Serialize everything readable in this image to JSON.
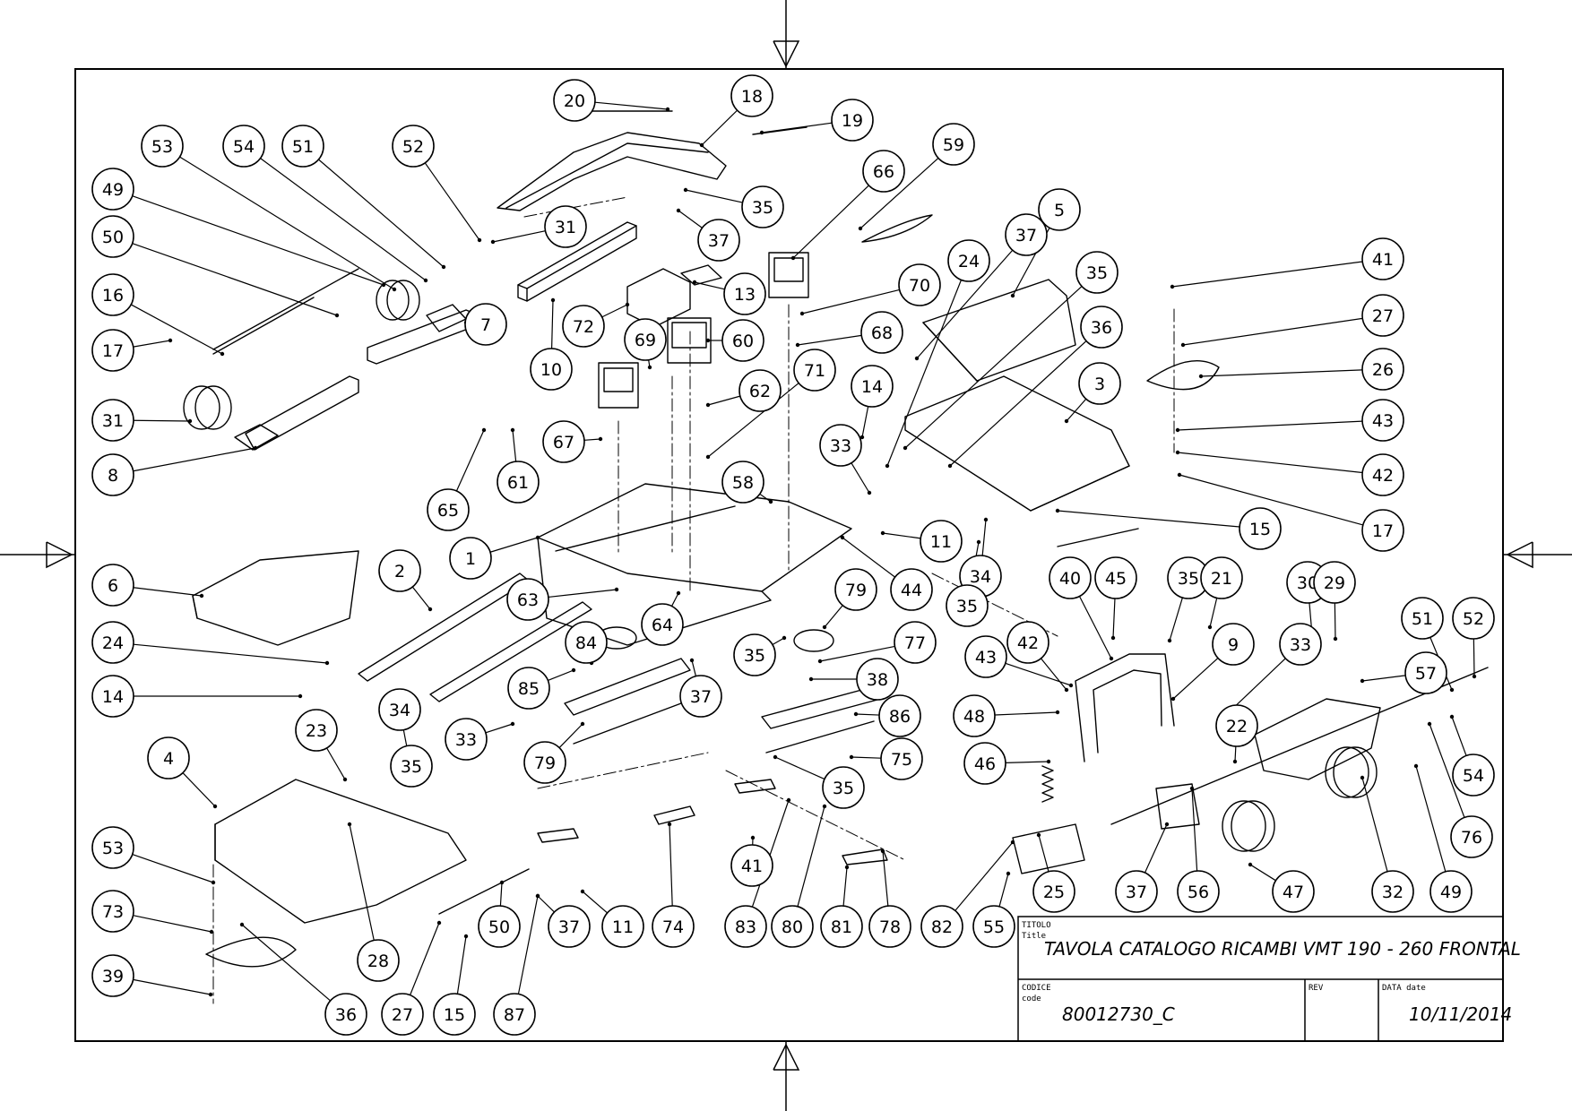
{
  "title_block": {
    "title_caption_it": "TITOLO",
    "title_caption_en": "Title",
    "title": "TAVOLA CATALOGO RICAMBI VMT 190 - 260 FRONTAL",
    "code_caption_it": "CODICE",
    "code_caption_en": "code",
    "code": "80012730_C",
    "rev_caption": "REV",
    "rev": "",
    "date_caption_it": "DATA",
    "date_caption_en": "date",
    "date": "10/11/2014"
  },
  "part_labels": [
    {
      "n": "20"
    },
    {
      "n": "18"
    },
    {
      "n": "19"
    },
    {
      "n": "53"
    },
    {
      "n": "54"
    },
    {
      "n": "51"
    },
    {
      "n": "52"
    },
    {
      "n": "66"
    },
    {
      "n": "59"
    },
    {
      "n": "49"
    },
    {
      "n": "35"
    },
    {
      "n": "31"
    },
    {
      "n": "37"
    },
    {
      "n": "50"
    },
    {
      "n": "24"
    },
    {
      "n": "37"
    },
    {
      "n": "5"
    },
    {
      "n": "41"
    },
    {
      "n": "13"
    },
    {
      "n": "35"
    },
    {
      "n": "16"
    },
    {
      "n": "70"
    },
    {
      "n": "27"
    },
    {
      "n": "7"
    },
    {
      "n": "72"
    },
    {
      "n": "60"
    },
    {
      "n": "68"
    },
    {
      "n": "36"
    },
    {
      "n": "17"
    },
    {
      "n": "10"
    },
    {
      "n": "69"
    },
    {
      "n": "71"
    },
    {
      "n": "26"
    },
    {
      "n": "62"
    },
    {
      "n": "14"
    },
    {
      "n": "3"
    },
    {
      "n": "31"
    },
    {
      "n": "43"
    },
    {
      "n": "33"
    },
    {
      "n": "67"
    },
    {
      "n": "8"
    },
    {
      "n": "61"
    },
    {
      "n": "58"
    },
    {
      "n": "42"
    },
    {
      "n": "65"
    },
    {
      "n": "17"
    },
    {
      "n": "15"
    },
    {
      "n": "1"
    },
    {
      "n": "11"
    },
    {
      "n": "6"
    },
    {
      "n": "2"
    },
    {
      "n": "63"
    },
    {
      "n": "44"
    },
    {
      "n": "34"
    },
    {
      "n": "40"
    },
    {
      "n": "45"
    },
    {
      "n": "35"
    },
    {
      "n": "21"
    },
    {
      "n": "30"
    },
    {
      "n": "29"
    },
    {
      "n": "79"
    },
    {
      "n": "64"
    },
    {
      "n": "35"
    },
    {
      "n": "24"
    },
    {
      "n": "84"
    },
    {
      "n": "51"
    },
    {
      "n": "52"
    },
    {
      "n": "35"
    },
    {
      "n": "77"
    },
    {
      "n": "42"
    },
    {
      "n": "43"
    },
    {
      "n": "9"
    },
    {
      "n": "33"
    },
    {
      "n": "57"
    },
    {
      "n": "14"
    },
    {
      "n": "85"
    },
    {
      "n": "37"
    },
    {
      "n": "38"
    },
    {
      "n": "23"
    },
    {
      "n": "34"
    },
    {
      "n": "33"
    },
    {
      "n": "86"
    },
    {
      "n": "48"
    },
    {
      "n": "22"
    },
    {
      "n": "4"
    },
    {
      "n": "35"
    },
    {
      "n": "79"
    },
    {
      "n": "75"
    },
    {
      "n": "46"
    },
    {
      "n": "54"
    },
    {
      "n": "35"
    },
    {
      "n": "76"
    },
    {
      "n": "53"
    },
    {
      "n": "41"
    },
    {
      "n": "73"
    },
    {
      "n": "25"
    },
    {
      "n": "37"
    },
    {
      "n": "56"
    },
    {
      "n": "47"
    },
    {
      "n": "32"
    },
    {
      "n": "49"
    },
    {
      "n": "50"
    },
    {
      "n": "37"
    },
    {
      "n": "11"
    },
    {
      "n": "74"
    },
    {
      "n": "83"
    },
    {
      "n": "80"
    },
    {
      "n": "81"
    },
    {
      "n": "78"
    },
    {
      "n": "82"
    },
    {
      "n": "55"
    },
    {
      "n": "39"
    },
    {
      "n": "28"
    },
    {
      "n": "36"
    },
    {
      "n": "27"
    },
    {
      "n": "15"
    },
    {
      "n": "87"
    },
    {
      "n": "17"
    }
  ]
}
